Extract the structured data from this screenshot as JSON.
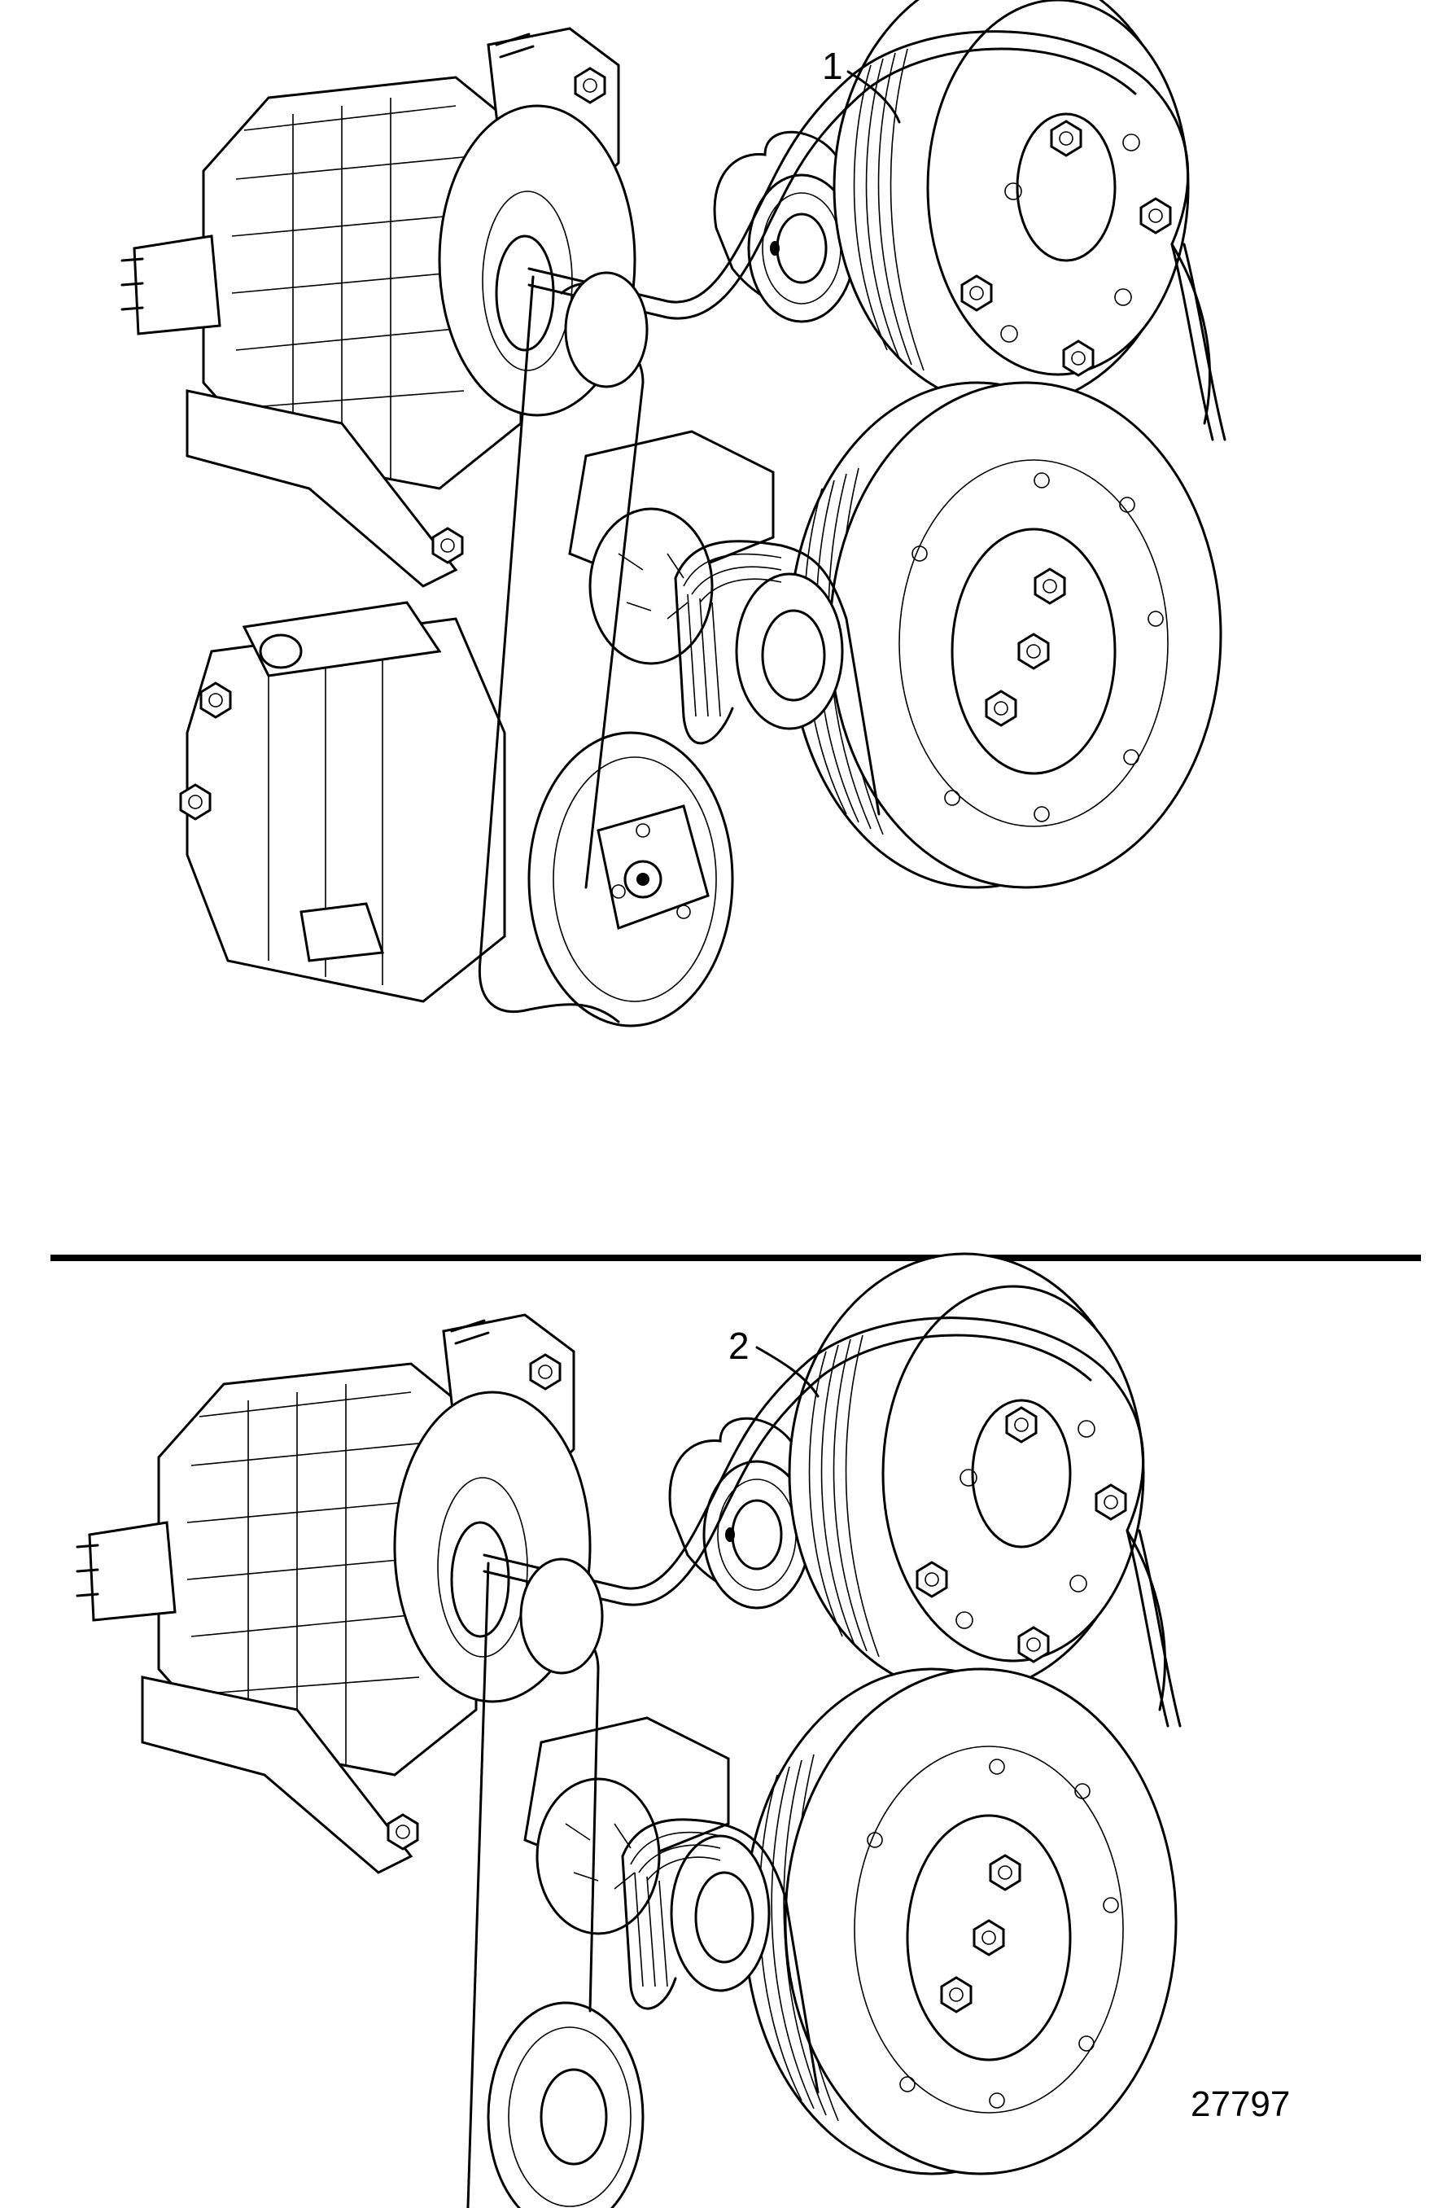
{
  "callouts": {
    "belt_1": "1",
    "belt_2": "2"
  },
  "figure_number": "27797",
  "colors": {
    "line": "#000000",
    "background": "#ffffff"
  }
}
